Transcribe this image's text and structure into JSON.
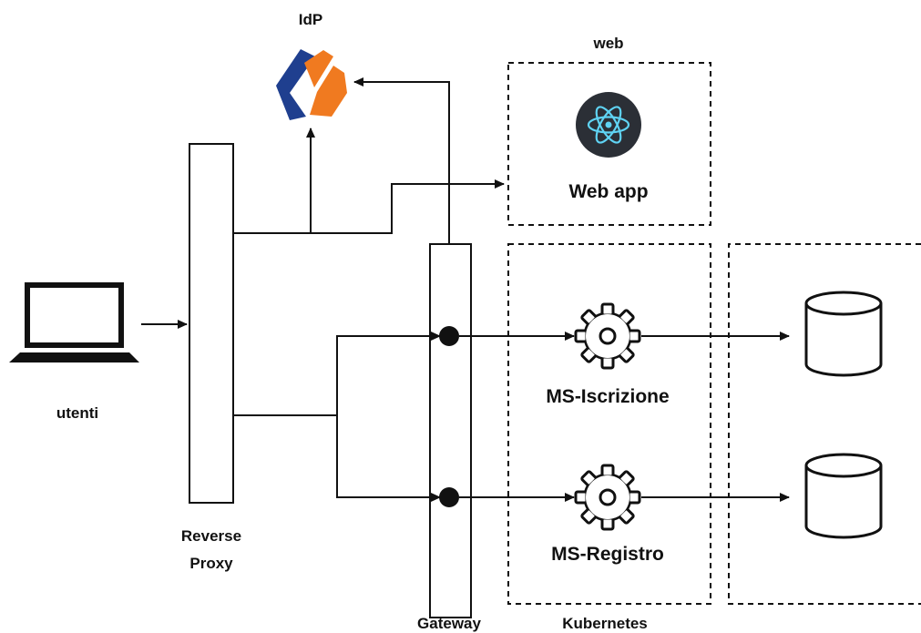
{
  "labels": {
    "idp": "IdP",
    "web": "web",
    "web_app": "Web app",
    "utenti": "utenti",
    "reverse_proxy_line1": "Reverse",
    "reverse_proxy_line2": "Proxy",
    "gateway": "Gateway",
    "kubernetes": "Kubernetes",
    "ms_iscrizione": "MS-Iscrizione",
    "ms_registro": "MS-Registro"
  },
  "icons": {
    "idp_logo": "idp-logo-icon",
    "react": "react-icon",
    "laptop": "laptop-icon",
    "gear": "gear-icon",
    "database": "database-icon"
  },
  "colors": {
    "line": "#111111",
    "idp_blue": "#1f3f8f",
    "idp_orange": "#f07a20",
    "react_bg": "#2b2f36",
    "react_accent": "#5fd3f3"
  }
}
